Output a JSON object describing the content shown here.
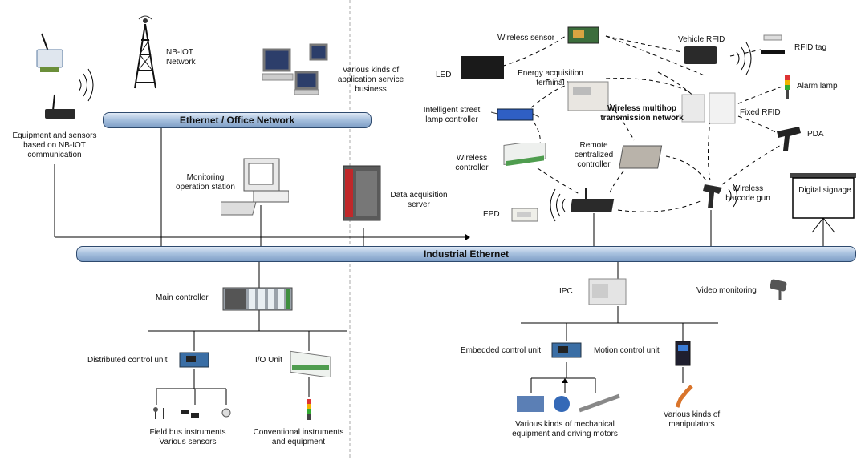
{
  "buses": {
    "office": "Ethernet / Office Network",
    "industrial": "Industrial Ethernet"
  },
  "labels": {
    "nbiot_network": [
      "NB-IOT",
      "Network"
    ],
    "nbiot_devices": [
      "Equipment and sensors",
      "based on NB-IOT",
      "communication"
    ],
    "app_service": [
      "Various kinds of",
      "application service",
      "business"
    ],
    "monitoring_station": [
      "Monitoring",
      "operation station"
    ],
    "data_server": [
      "Data acquisition",
      "server"
    ],
    "main_controller": "Main controller",
    "dcu": "Distributed control unit",
    "io_unit": "I/O Unit",
    "fieldbus": [
      "Field bus instruments",
      "Various sensors"
    ],
    "conventional": [
      "Conventional instruments",
      "and equipment"
    ],
    "wireless_sensor": "Wireless sensor",
    "led": "LED",
    "energy_terminal": [
      "Energy acquisition",
      "terminal"
    ],
    "street_lamp": [
      "Intelligent street",
      "lamp controller"
    ],
    "wireless_controller": [
      "Wireless",
      "controller"
    ],
    "remote_controller": [
      "Remote",
      "centralized",
      "controller"
    ],
    "multihop": [
      "Wireless multihop",
      "transmission network"
    ],
    "vehicle_rfid": "Vehicle RFID",
    "rfid_tag": "RFID tag",
    "alarm_lamp": "Alarm lamp",
    "fixed_rfid": "Fixed RFID",
    "pda": "PDA",
    "barcode_gun": [
      "Wireless",
      "barcode gun"
    ],
    "epd": "EPD",
    "digital_signage": "Digital signage",
    "ipc": "IPC",
    "video_monitoring": "Video monitoring",
    "embedded_cu": "Embedded control unit",
    "motion_cu": "Motion control unit",
    "mechanical": [
      "Various kinds of mechanical",
      "equipment and driving motors"
    ],
    "manipulators": [
      "Various kinds of",
      "manipulators"
    ]
  }
}
